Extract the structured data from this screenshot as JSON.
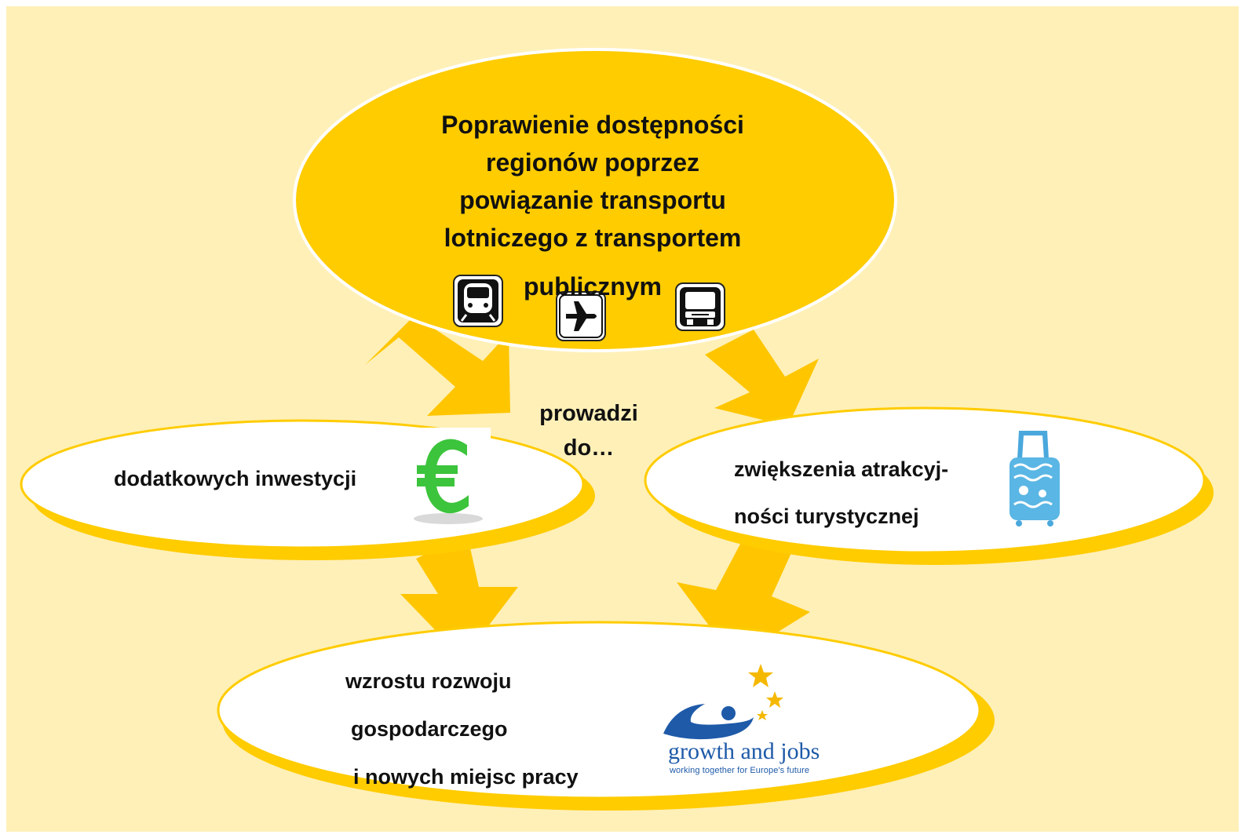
{
  "colors": {
    "background": "#fff0b8",
    "ellipse_top": "#ffcc00",
    "ellipse_white": "#ffffff",
    "ellipse_border": "#ffcc00",
    "arrow": "#ffcc00",
    "text": "#111111",
    "euro": "#3cc43c",
    "logo_blue": "#1e5aa8",
    "stars": "#f5b800"
  },
  "top": {
    "lines": [
      "Poprawienie dostępności",
      "regionów poprzez",
      "powiązanie transportu",
      "lotniczego z transportem",
      "publicznym"
    ],
    "icons": [
      "train-icon",
      "airplane-icon",
      "bus-icon"
    ]
  },
  "connector": {
    "line1": "prowadzi",
    "line2": "do…"
  },
  "left": {
    "text": "dodatkowych inwestycji",
    "icon": "euro-icon"
  },
  "right": {
    "line1": "zwiększenia atrakcyj-",
    "line2": "ności turystycznej",
    "icon": "suitcase-icon"
  },
  "bottom": {
    "line1": "wzrostu rozwoju",
    "line2": "gospodarczego",
    "line3": "i nowych miejsc pracy"
  },
  "logo": {
    "title": "growth and jobs",
    "tagline": "working together for Europe's future"
  }
}
